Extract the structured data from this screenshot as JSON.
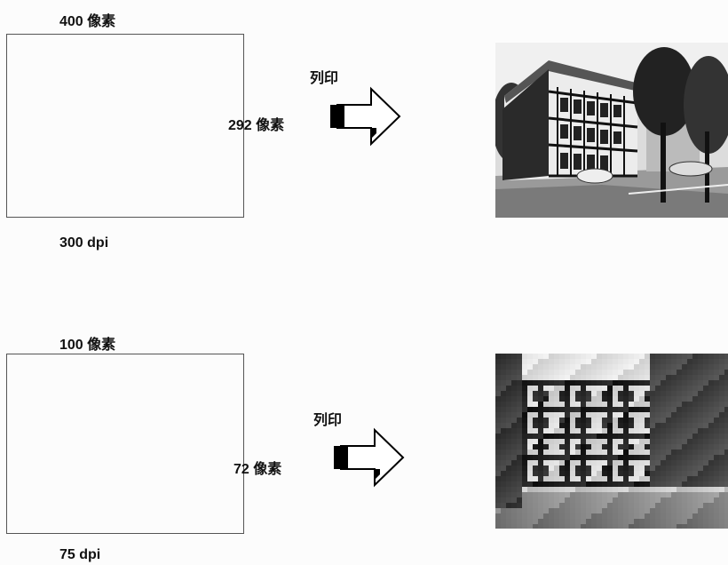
{
  "rows": [
    {
      "width_label": "400 像素",
      "height_label": "292 像素",
      "print_label": "列印",
      "dpi_label": "300 dpi",
      "photo_quality": "high"
    },
    {
      "width_label": "100 像素",
      "height_label": "72 像素",
      "print_label": "列印",
      "dpi_label": "75 dpi",
      "photo_quality": "pixelated"
    }
  ],
  "colors": {
    "box_border": "#555555",
    "arrow_fill": "#000000",
    "arrow_outline": "#000000"
  },
  "icons": [
    "right-arrow-icon",
    "half-timbered-house-photo"
  ]
}
